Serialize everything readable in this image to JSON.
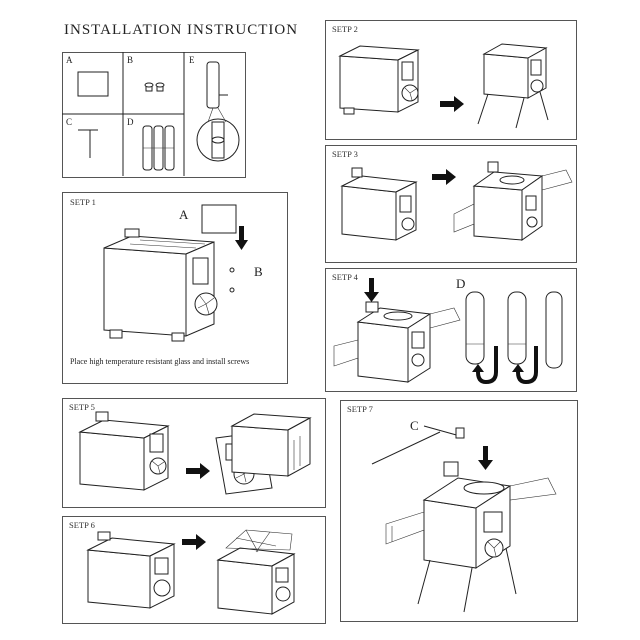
{
  "title": "INSTALLATION  INSTRUCTION",
  "parts": {
    "a": "A",
    "b": "B",
    "c": "C",
    "d": "D",
    "e": "E"
  },
  "steps": {
    "s1": {
      "label": "SETP 1",
      "mark_a": "A",
      "mark_b": "B",
      "caption": "Place high temperature resistant glass and install screws"
    },
    "s2": {
      "label": "SETP 2"
    },
    "s3": {
      "label": "SETP 3"
    },
    "s4": {
      "label": "SETP 4",
      "mark_d": "D"
    },
    "s5": {
      "label": "SETP 5"
    },
    "s6": {
      "label": "SETP 6"
    },
    "s7": {
      "label": "SETP 7",
      "mark_c": "C"
    }
  },
  "colors": {
    "line": "#222222",
    "border": "#555555",
    "arrow": "#111111"
  },
  "icons": [
    "stove",
    "glass-panel",
    "screws",
    "pipe-section",
    "door-handle",
    "pipe-set",
    "arrow-right-icon",
    "arrow-down-icon",
    "u-turn-arrow-icon",
    "fan-vent",
    "side-shelf",
    "fold-legs"
  ]
}
